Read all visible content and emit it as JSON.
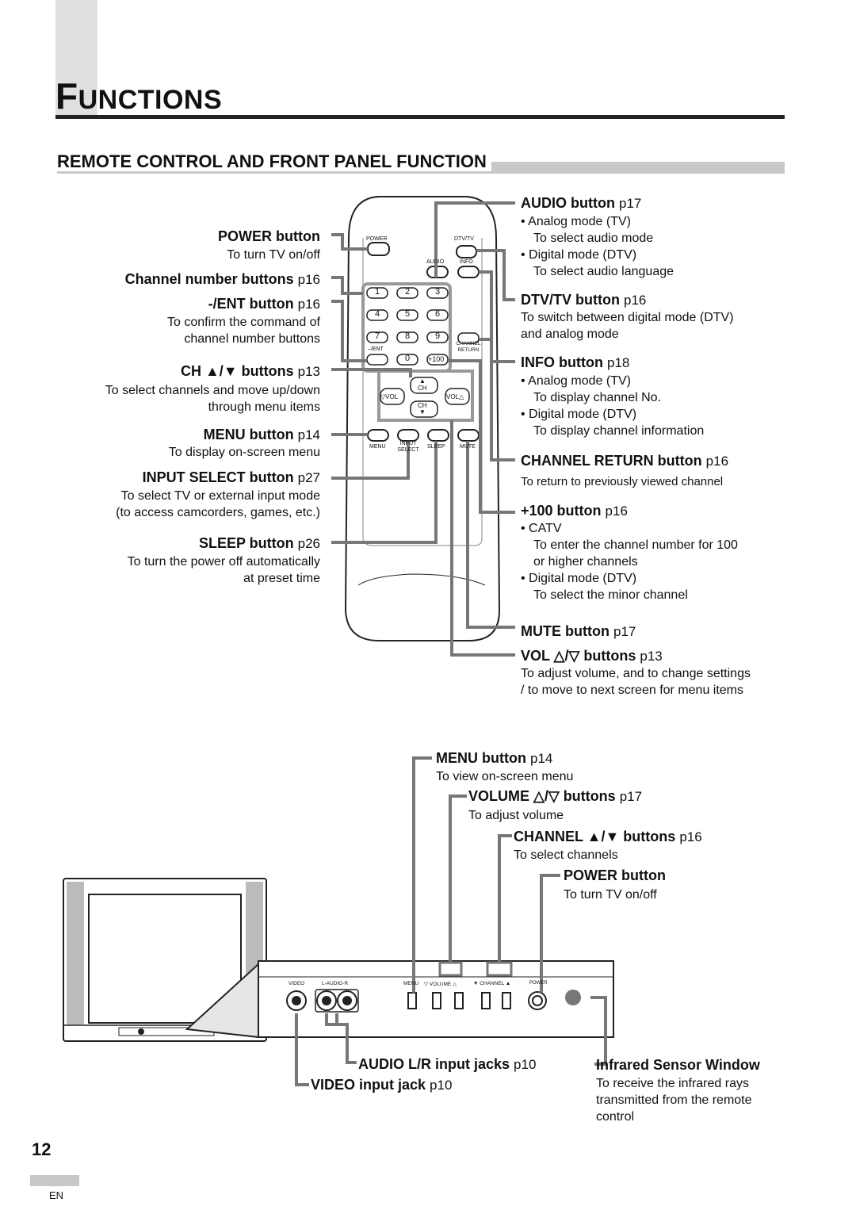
{
  "header": {
    "title_initial": "F",
    "title_rest": "UNCTIONS"
  },
  "section_title": "REMOTE CONTROL AND FRONT PANEL FUNCTION",
  "left_callouts": {
    "power": {
      "label": "POWER button",
      "ref": "",
      "d1": "To turn TV on/off"
    },
    "channel_number": {
      "label": "Channel number buttons",
      "ref": "p16"
    },
    "ent": {
      "label": "-/ENT button",
      "ref": "p16",
      "d1": "To confirm the command of",
      "d2": "channel number buttons"
    },
    "ch": {
      "label": "CH ▲/▼ buttons",
      "ref": "p13",
      "d1": "To select channels and move up/down",
      "d2": "through menu items"
    },
    "menu": {
      "label": "MENU button",
      "ref": "p14",
      "d1": "To display on-screen menu"
    },
    "input_select": {
      "label": "INPUT SELECT button",
      "ref": "p27",
      "d1": "To select TV or external input mode",
      "d2": "(to access camcorders, games, etc.)"
    },
    "sleep": {
      "label": "SLEEP button",
      "ref": "p26",
      "d1": "To turn the power off automatically",
      "d2": "at preset time"
    }
  },
  "right_callouts": {
    "audio": {
      "label": "AUDIO button",
      "ref": "p17",
      "b1": "•  Analog mode (TV)",
      "d1": "To select audio mode",
      "b2": "•  Digital mode (DTV)",
      "d2": "To select audio language"
    },
    "dtvtv": {
      "label": "DTV/TV button",
      "ref": "p16",
      "d1": "To switch between digital mode (DTV)",
      "d2": "and analog mode"
    },
    "info": {
      "label": "INFO button",
      "ref": "p18",
      "b1": "•  Analog mode (TV)",
      "d1": "To display channel No.",
      "b2": "•  Digital mode (DTV)",
      "d2": "To display channel information"
    },
    "channel_return": {
      "label": "CHANNEL RETURN button",
      "ref": "p16",
      "d1": "To return to previously viewed channel"
    },
    "plus100": {
      "label": "+100 button",
      "ref": "p16",
      "b1": "•  CATV",
      "d1": "To enter the channel number for 100",
      "d2": "or higher channels",
      "b2": "•  Digital mode (DTV)",
      "d3": "To select the minor channel"
    },
    "mute": {
      "label": "MUTE button",
      "ref": "p17"
    },
    "vol": {
      "label": "VOL △/▽ buttons",
      "ref": "p13",
      "d1": "To adjust volume, and to change settings",
      "d2": "/ to move to next screen for menu items"
    }
  },
  "remote": {
    "power": "POWER",
    "dtvtv": "DTV/TV",
    "audio": "AUDIO",
    "info": "INFO",
    "keys": [
      "1",
      "2",
      "3",
      "4",
      "5",
      "6",
      "7",
      "8",
      "9"
    ],
    "ent": "–/ENT",
    "zero": "0",
    "plus100": "+100",
    "channel_return": "CHANNEL RETURN",
    "ch": "CH",
    "vol_down": "▽VOL",
    "vol_up": "VOL△",
    "menu": "MENU",
    "input_select": "INPUT SELECT",
    "sleep": "SLEEP",
    "mute": "MUTE"
  },
  "front_callouts": {
    "menu": {
      "label": "MENU button",
      "ref": "p14",
      "d1": "To view on-screen menu"
    },
    "volume": {
      "label": "VOLUME △/▽ buttons",
      "ref": "p17",
      "d1": "To adjust volume"
    },
    "channel": {
      "label": "CHANNEL ▲/▼ buttons",
      "ref": "p16",
      "d1": "To select channels"
    },
    "power": {
      "label": "POWER button",
      "d1": "To turn TV on/off"
    },
    "audio_jacks": {
      "label": "AUDIO L/R input jacks",
      "ref": "p10"
    },
    "video_jack": {
      "label": "VIDEO input jack",
      "ref": "p10"
    },
    "infrared": {
      "label": "Infrared Sensor Window",
      "d1": "To receive the infrared rays",
      "d2": "transmitted from the remote",
      "d3": "control"
    }
  },
  "panel": {
    "video": "VIDEO",
    "audio": "L-AUDIO-R",
    "menu": "MENU",
    "volume": "▽ VOLUME △",
    "channel": "▼ CHANNEL ▲",
    "power": "POWER"
  },
  "footer": {
    "page": "12",
    "lang": "EN"
  }
}
